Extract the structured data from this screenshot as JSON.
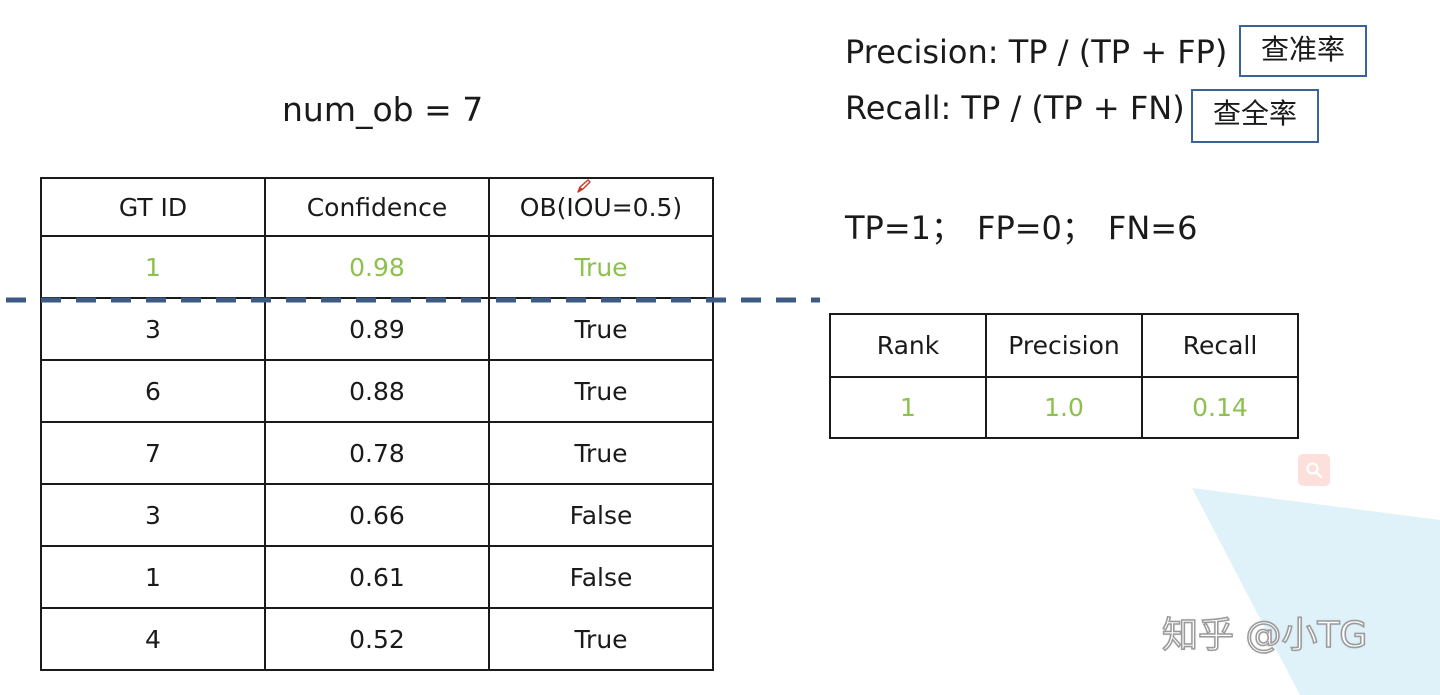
{
  "num_ob": "num_ob = 7",
  "observations_table": {
    "headers": [
      "GT ID",
      "Confidence",
      "OB(IOU=0.5)"
    ],
    "rows": [
      {
        "gt_id": "1",
        "confidence": "0.98",
        "ob": "True"
      },
      {
        "gt_id": "3",
        "confidence": "0.89",
        "ob": "True"
      },
      {
        "gt_id": "6",
        "confidence": "0.88",
        "ob": "True"
      },
      {
        "gt_id": "7",
        "confidence": "0.78",
        "ob": "True"
      },
      {
        "gt_id": "3",
        "confidence": "0.66",
        "ob": "False"
      },
      {
        "gt_id": "1",
        "confidence": "0.61",
        "ob": "False"
      },
      {
        "gt_id": "4",
        "confidence": "0.52",
        "ob": "True"
      }
    ]
  },
  "formulas": {
    "precision": "Precision: TP / (TP + FP)",
    "precision_cn": "查准率",
    "recall": "Recall: TP / (TP + FN)",
    "recall_cn": "查全率"
  },
  "counts": {
    "tp": "TP=1；",
    "fp": "FP=0；",
    "fn": "FN=6"
  },
  "pr_table": {
    "headers": [
      "Rank",
      "Precision",
      "Recall"
    ],
    "rows": [
      {
        "rank": "1",
        "precision": "1.0",
        "recall": "0.14"
      }
    ]
  },
  "watermark": "知乎 @小TG",
  "colors": {
    "highlight_green": "#8dc14e",
    "dash_blue": "#3b5a84",
    "box_border_blue": "#3b6496",
    "bg_triangle": "#d9eef8",
    "zoom_button_bg": "#fde0dc"
  },
  "icons": {
    "zoom": "magnifier-icon",
    "cursor": "pencil-cursor-icon"
  }
}
